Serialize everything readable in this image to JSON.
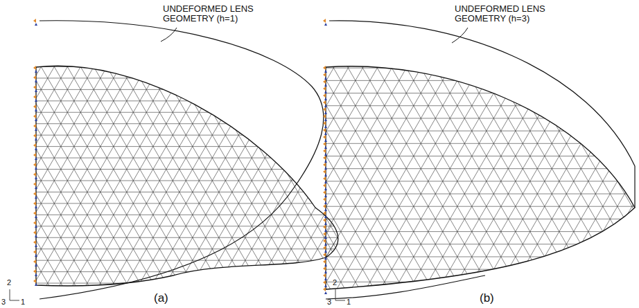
{
  "diagram": {
    "labels": [
      "UNDEFORMED LENS GEOMETRY (h=1)",
      "UNDEFORMED LENS GEOMETRY (h=3)",
      "(a)",
      "(b)",
      "2",
      "3",
      "1",
      "2",
      "3",
      "1"
    ]
  }
}
